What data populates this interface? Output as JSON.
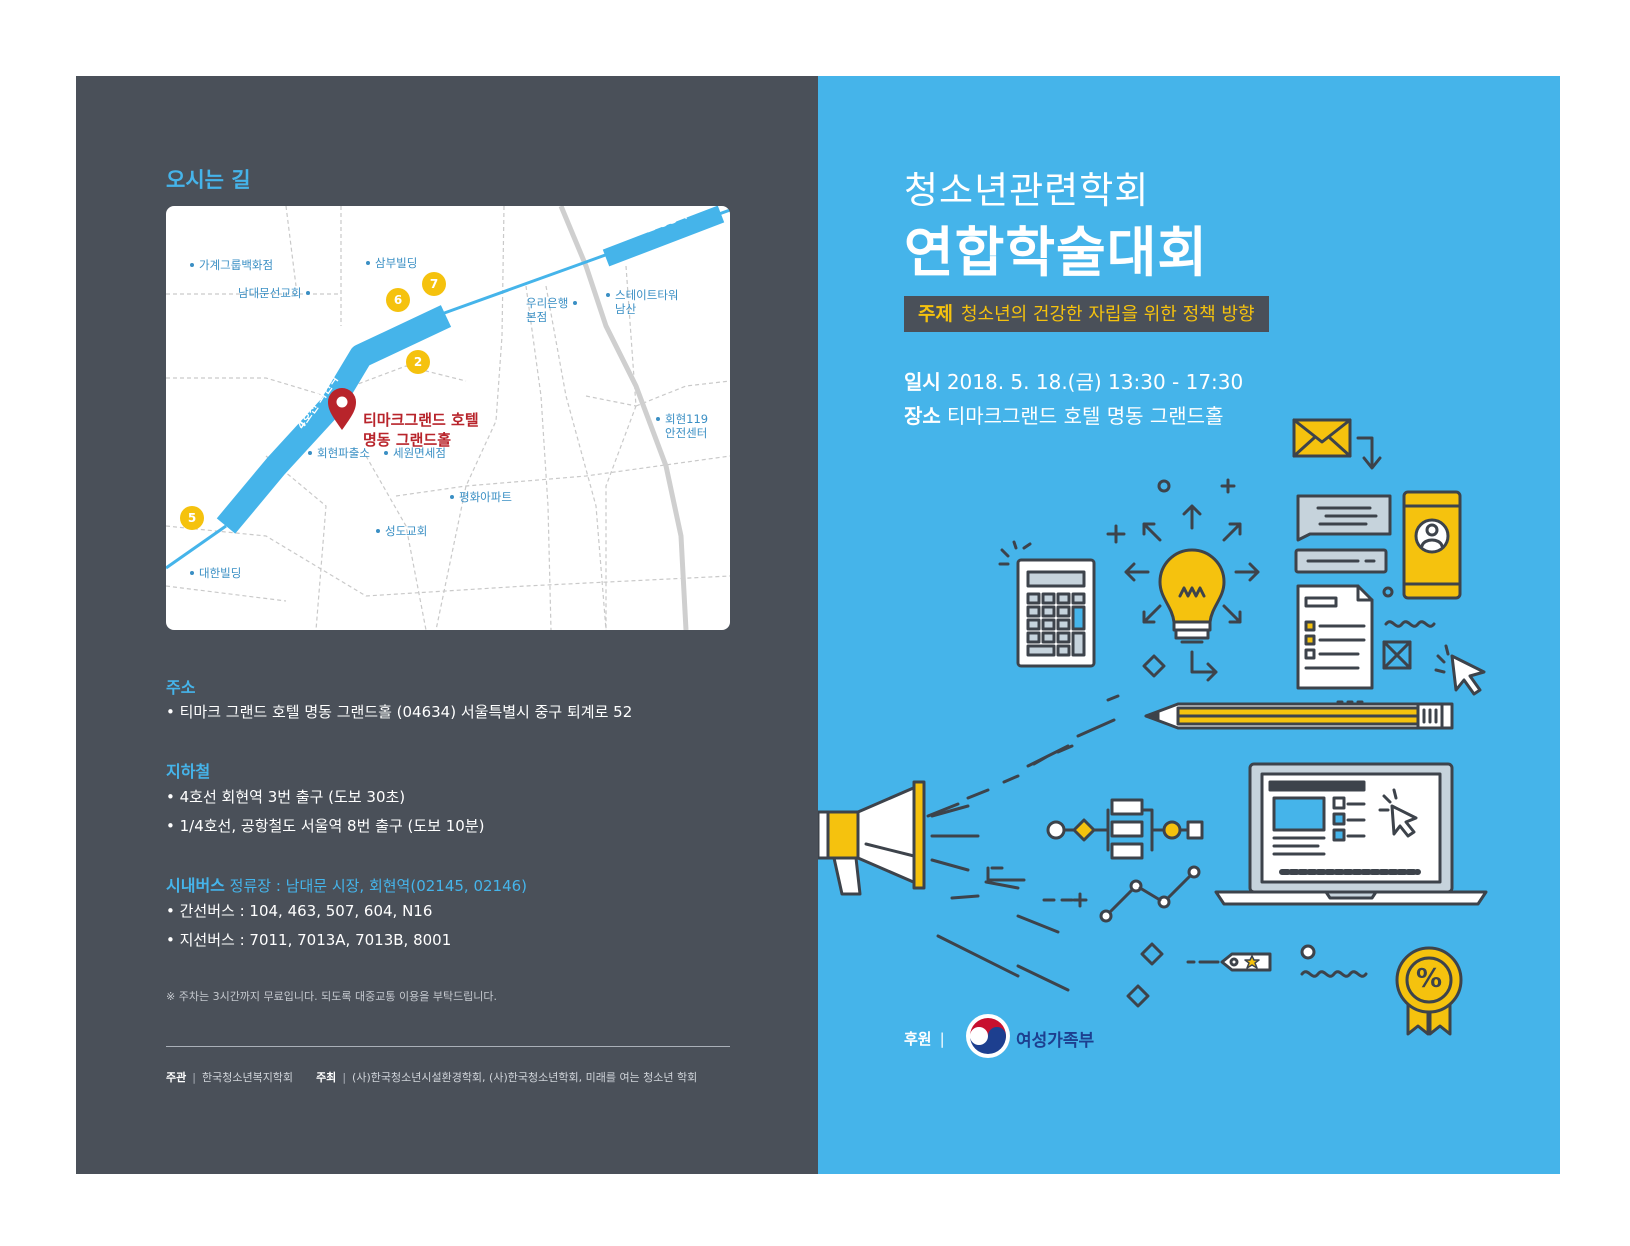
{
  "left": {
    "directions_title": "오시는 길",
    "map": {
      "hotel_line1": "티마크그랜드 호텔",
      "hotel_line2": "명동 그랜드홀",
      "subway_myeongdong": "4호선 명동역",
      "subway_hoehyeon": "4호선 회현역",
      "exits": [
        "6",
        "7",
        "2",
        "5"
      ],
      "landmarks": {
        "gage": "가계그룹백화점",
        "sambu": "삼부빌딩",
        "namdaemun_church": "남대문선교회",
        "woori_1": "우리은행",
        "woori_2": "본점",
        "state_1": "스테이트타워",
        "state_2": "남산",
        "police": "회현파출소",
        "sewon": "세원면세점",
        "fire_1": "회현119",
        "fire_2": "안전센터",
        "pyeonghwa": "평화아파트",
        "seongdo": "성도교회",
        "daehan": "대한빌딩"
      }
    },
    "address_head": "주소",
    "address_line": "• 티마크 그랜드 호텔 명동 그랜드홀 (04634) 서울특별시 중구 퇴계로 52",
    "subway_head": "지하철",
    "subway_line1": "• 4호선 회현역 3번 출구 (도보 30초)",
    "subway_line2": "• 1/4호선, 공항철도 서울역 8번 출구 (도보 10분)",
    "bus_head_bold": "시내버스",
    "bus_head_rest": " 정류장 : 남대문 시장, 회현역(02145, 02146)",
    "bus_line1": "• 간선버스 : 104, 463, 507, 604, N16",
    "bus_line2": "• 지선버스 : 7011, 7013A, 7013B, 8001",
    "parking_note": "※ 주차는 3시간까지 무료입니다. 되도록 대중교통 이용을 부탁드립니다.",
    "host_label": "주관",
    "host_value": "한국청소년복지학회",
    "organizer_label": "주최",
    "organizer_value": "(사)한국청소년시설환경학회, (사)한국청소년학회, 미래를 여는 청소년 학회"
  },
  "right": {
    "title_small": "청소년관련학회",
    "title_big": "연합학술대회",
    "theme_label": "주제",
    "theme_text": "청소년의 건강한 자립을 위한 정책 방향",
    "date_label": "일시",
    "date_value": "2018. 5. 18.(금) 13:30 - 17:30",
    "venue_label": "장소",
    "venue_value": "티마크그랜드 호텔 명동 그랜드홀",
    "illustration_icons": [
      "megaphone-icon",
      "lightbulb-icon",
      "calculator-icon",
      "envelope-icon",
      "smartphone-icon",
      "document-icon",
      "pencil-icon",
      "laptop-icon",
      "flowchart-icon",
      "badge-icon"
    ],
    "badge_symbol": "%",
    "sponsor_label": "후원",
    "ministry_name": "여성가족부"
  },
  "colors": {
    "left_bg": "#4a5059",
    "right_bg": "#45b4ea",
    "accent_yellow": "#f5c20e",
    "hotel_red": "#b8242b"
  }
}
